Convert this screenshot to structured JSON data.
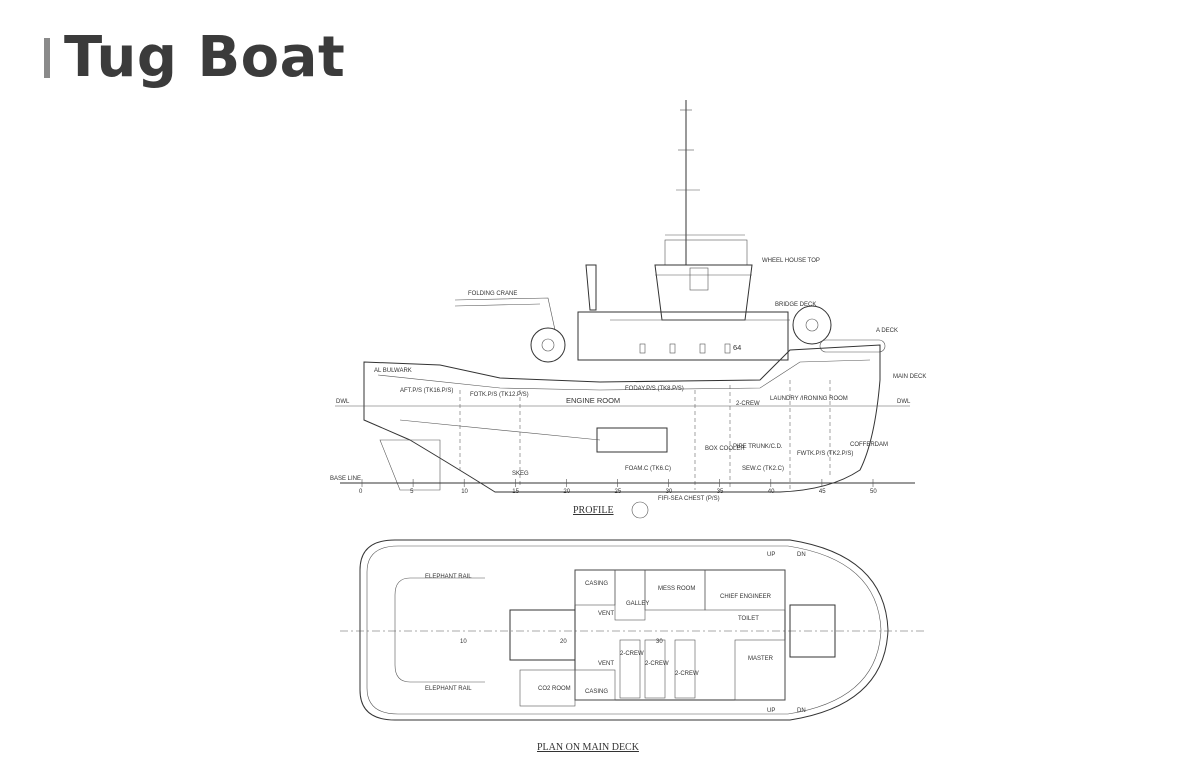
{
  "page": {
    "title": "Tug Boat"
  },
  "profile": {
    "caption": "PROFILE",
    "labels": {
      "wheel_house_top": "WHEEL HOUSE TOP",
      "bridge_deck": "BRIDGE DECK",
      "folding_crane": "FOLDING CRANE",
      "a_deck": "A DECK",
      "main_deck": "MAIN DECK",
      "engine_room": "ENGINE ROOM",
      "crew2": "2-CREW",
      "laundry": "LAUNDRY /IRONING ROOM",
      "box_cooler": "BOX COOLER",
      "pipe_trunk": "PIPE TRUNK/C.D.",
      "cofferdam": "COFFERDAM",
      "skeg": "SKEG",
      "fifi_sea_chest": "FIFI-SEA CHEST (P/S)",
      "dwl": "DWL",
      "base_line": "BASE LINE",
      "al_bulwark": "AL BULWARK",
      "aft_ps": "AFT.P/S (TK16.P/S)",
      "fotk": "FOTK.P/S (TK12.P/S)",
      "foday": "FODAY.P/S (TK8.P/S)",
      "fwtk": "FWTK.P/S (TK2.P/S)",
      "foam": "FOAM.C (TK6.C)",
      "sew": "SEW.C (TK2.C)",
      "number": "64"
    },
    "frame_ticks": [
      "0",
      "5",
      "10",
      "15",
      "20",
      "25",
      "30",
      "35",
      "40",
      "45",
      "50"
    ]
  },
  "plan": {
    "caption": "PLAN ON MAIN DECK",
    "labels": {
      "elephant_rail_top": "ELEPHANT RAIL",
      "elephant_rail_bottom": "ELEPHANT RAIL",
      "casing_top": "CASING",
      "casing_bottom": "CASING",
      "galley": "GALLEY",
      "mess_room": "MESS ROOM",
      "chief_engineer": "CHIEF ENGINEER",
      "master": "MASTER",
      "co2_room": "CO2 ROOM",
      "vent_top": "VENT",
      "vent_bottom": "VENT",
      "crew_a": "2-CREW",
      "crew_b": "2-CREW",
      "crew_c": "2-CREW",
      "toilet": "TOILET",
      "up_top": "UP",
      "dn_top": "DN",
      "up_bottom": "UP",
      "dn_bottom": "DN",
      "frame_10": "10",
      "frame_20": "20",
      "frame_30": "30"
    }
  }
}
